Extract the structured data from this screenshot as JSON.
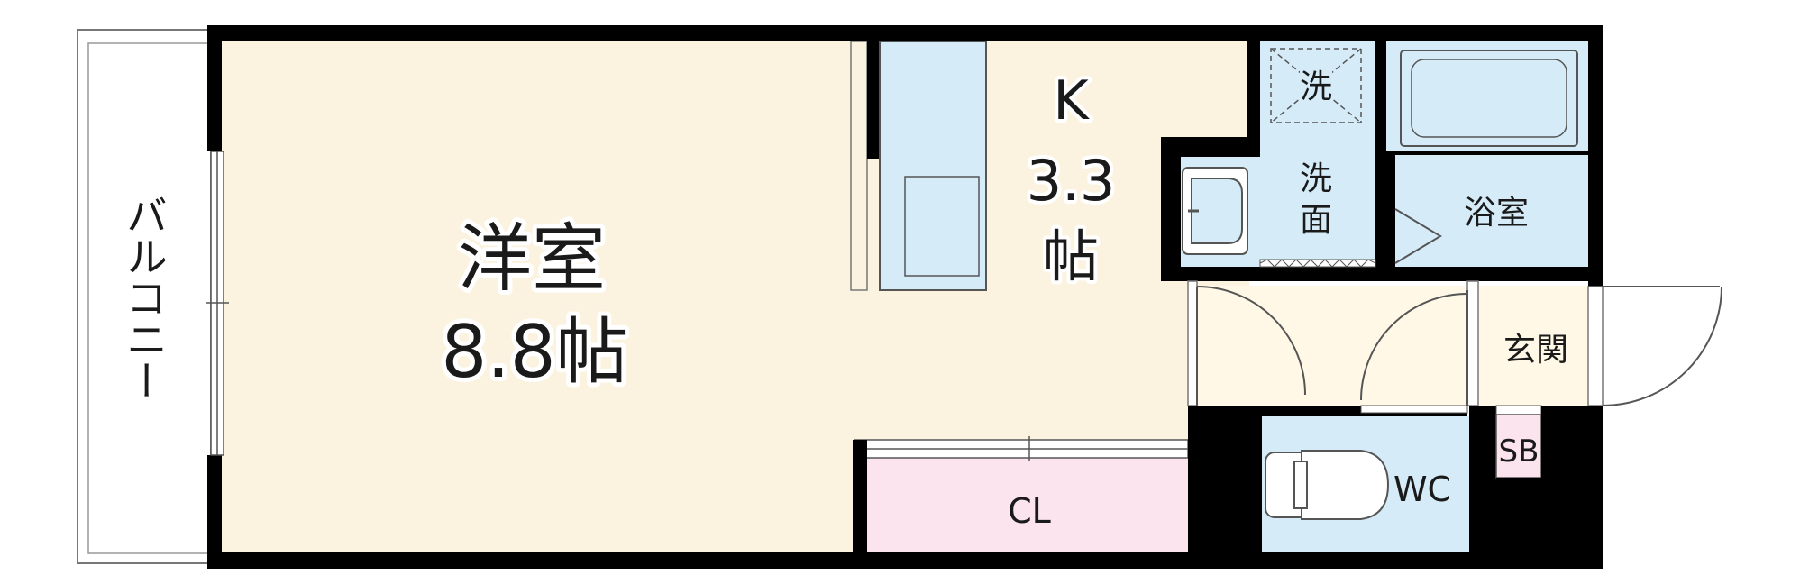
{
  "rooms": {
    "western_room": {
      "name": "洋室",
      "size": "8.8帖"
    },
    "kitchen": {
      "name": "K",
      "size_number": "3.3",
      "size_unit": "帖"
    },
    "washing_machine": "洗",
    "washroom": {
      "char1": "洗",
      "char2": "面"
    },
    "bathroom": "浴室",
    "entrance": "玄関",
    "closet": "CL",
    "toilet": "WC",
    "shoe_box": "SB",
    "balcony": "バルコニー"
  },
  "colors": {
    "wall": "#000000",
    "floor_main": "#FBF3DF",
    "wet_area": "#D5ECF8",
    "closet": "#FBE4EE",
    "shoe_box": "#FBE4EE",
    "entrance_floor": "#FFF8E6",
    "outline": "#555555"
  }
}
